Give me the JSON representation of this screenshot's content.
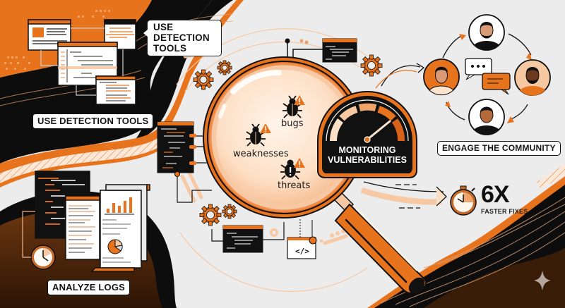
{
  "labels": {
    "detection_tools_callout": "USE DETECTION TOOLS",
    "detection_tools": "USE DETECTION TOOLS",
    "analyze_logs": "ANALYZE LOGS",
    "engage_community": "ENGAGE THE COMMUNITY"
  },
  "magnifier": {
    "items": [
      {
        "label": "bugs",
        "icon": "bug-warning-icon"
      },
      {
        "label": "weaknesses",
        "icon": "bug-warning-icon"
      },
      {
        "label": "threats",
        "icon": "bug-alert-icon"
      }
    ]
  },
  "gauge": {
    "title": "MONITORING VULNERABILITIES"
  },
  "stat": {
    "value": "6X",
    "caption": "FASTER FIXES",
    "icon": "stopwatch-icon"
  },
  "community": {
    "members": 4,
    "icons": [
      "person-avatar-icon",
      "chat-bubble-icon"
    ]
  },
  "code_snippet": {
    "symbol": "</>"
  },
  "colors": {
    "orange": "#e8731d",
    "light_orange": "#f6c9a4",
    "peach": "#fde4cf",
    "black": "#0d0d0d",
    "dark_brown": "#3a1d08",
    "background": "#ececec"
  }
}
